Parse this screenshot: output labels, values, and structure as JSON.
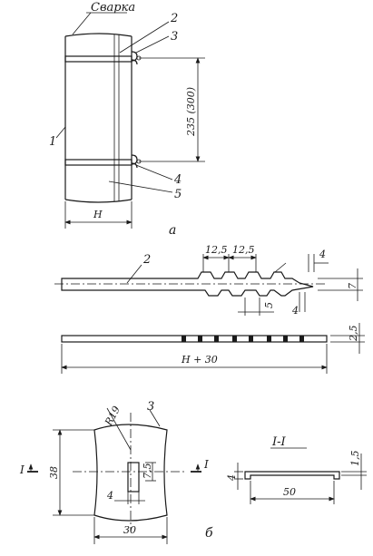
{
  "view_a": {
    "weld_label": "Сварка",
    "callout_1": "1",
    "callout_2": "2",
    "callout_3": "3",
    "callout_4": "4",
    "callout_5": "5",
    "dim_height": "235 (300)",
    "dim_width": "H",
    "caption": "а"
  },
  "part_2": {
    "callout": "2",
    "dim_pitch_1": "12,5",
    "dim_pitch_2": "12,5",
    "dim_tip_width": "4",
    "dim_tip_offset": "7",
    "dim_slot": "5",
    "dim_notch": "4",
    "dim_thickness": "2,5",
    "dim_length": "H + 30"
  },
  "view_b": {
    "callout": "3",
    "dim_radius": "R19",
    "dim_height": "38",
    "dim_slot_height": "7,5",
    "dim_slot_width": "4",
    "dim_width": "30",
    "section_mark_left": "I",
    "section_mark_right": "I",
    "caption": "б"
  },
  "section": {
    "title": "I-I",
    "dim_thickness": "1,5",
    "dim_flange": "4",
    "dim_width": "50"
  }
}
